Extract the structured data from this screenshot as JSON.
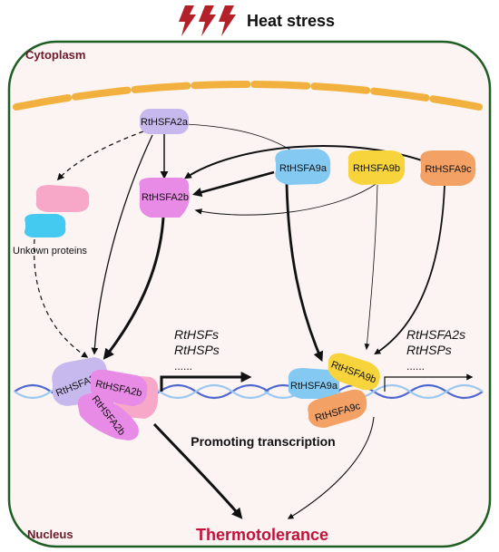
{
  "header": {
    "title": "Heat stress",
    "accent_color": "#b3202a"
  },
  "compartments": {
    "cytoplasm": "Cytoplasm",
    "nucleus": "Nucleus",
    "label_color": "#6b1a2a"
  },
  "proteins": {
    "a2a_top": "RtHSFA2a",
    "a2b_mid": "RtHSFA2b",
    "a9a": "RtHSFA9a",
    "a9b": "RtHSFA9b",
    "a9c": "RtHSFA9c"
  },
  "unknown_proteins": "Unkown proteins",
  "complex_left": {
    "a2a": "RtHSFA2a",
    "a2b": "RtHSFA2b",
    "a2b_rot": "RtHSFA2b"
  },
  "complex_right": {
    "a9a": "RtHSFA9a",
    "a9b": "RtHSFA9b",
    "a9c": "RtHSFA9c"
  },
  "targets_left": {
    "line1": "RtHSFs",
    "line2": "RtHSPs",
    "line3": "......"
  },
  "targets_right": {
    "line1": "RtHSFA2s",
    "line2": "RtHSPs",
    "line3": "......"
  },
  "process_label": "Promoting transcription",
  "outcome_label": "Thermotolerance",
  "colors": {
    "membrane": "#f2b13e",
    "purple": "#c7b9ee",
    "magenta": "#e88be6",
    "blue": "#84c9f2",
    "yellow": "#f7d43c",
    "orange": "#f3a165",
    "pink": "#f7a7c8",
    "cyan": "#44c9f0",
    "dna_blue": "#4d67cf",
    "dna_light": "#9cc8ef",
    "cell_bg": "#fcf3f3"
  }
}
